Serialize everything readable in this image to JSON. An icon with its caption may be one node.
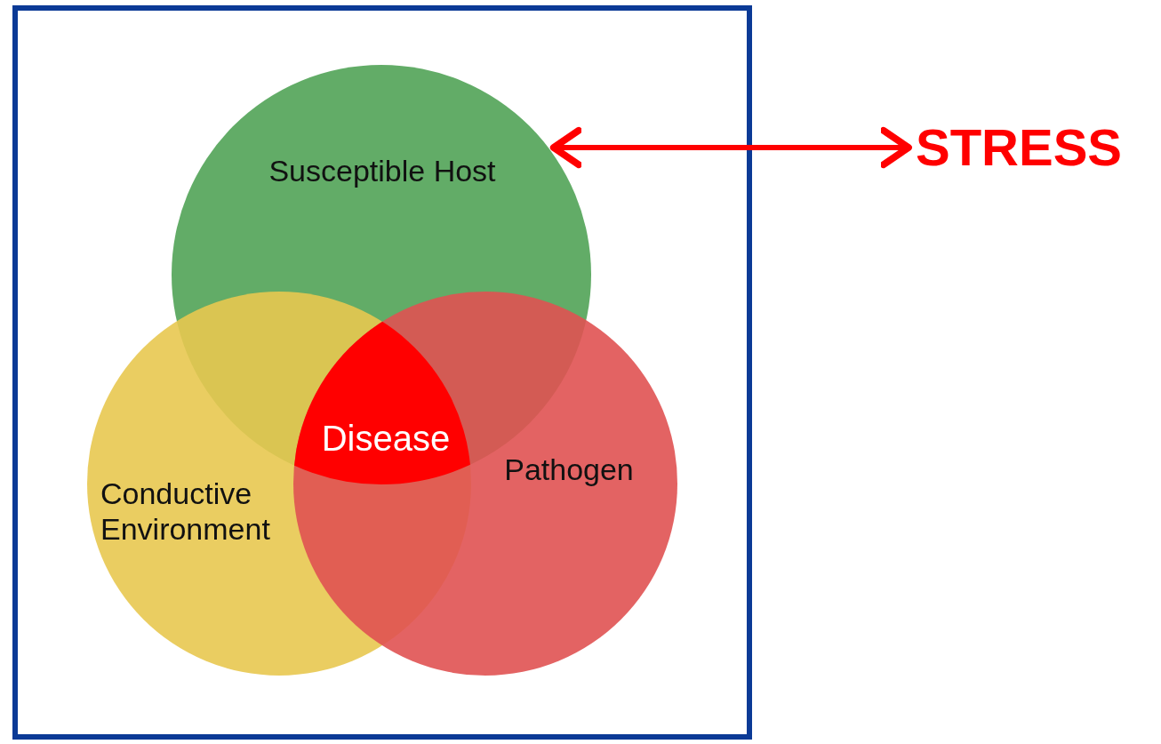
{
  "diagram": {
    "nodes": [
      {
        "text": [],
        "shape": "box"
      },
      {
        "text": [
          "Susceptible Host"
        ],
        "in": 0
      },
      {
        "text": [
          "Conductive Environment"
        ],
        "in": 0
      },
      {
        "text": [
          "Pathogen"
        ],
        "in": 0
      },
      {
        "text": [
          "Disease"
        ],
        "in": 0
      },
      {
        "text": [
          "STRESS"
        ]
      }
    ],
    "edges": [
      {
        "from": 1,
        "to": 5,
        "arrow": "both"
      }
    ]
  }
}
